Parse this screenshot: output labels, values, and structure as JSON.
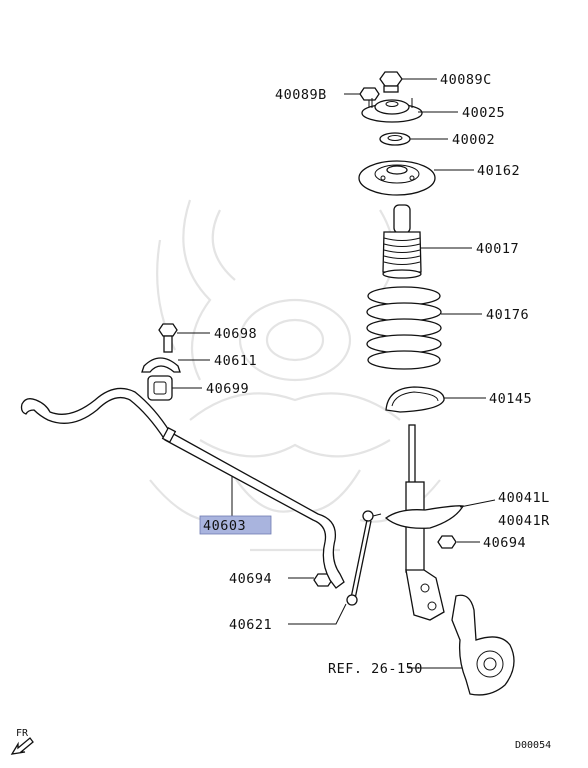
{
  "labels": {
    "p40089C": "40089C",
    "p40089B": "40089B",
    "p40025": "40025",
    "p40002": "40002",
    "p40162": "40162",
    "p40017": "40017",
    "p40176": "40176",
    "p40145": "40145",
    "p40698": "40698",
    "p40611": "40611",
    "p40699": "40699",
    "p40041L": "40041L",
    "p40041R": "40041R",
    "p40694a": "40694",
    "p40603": "40603",
    "p40694b": "40694",
    "p40621": "40621",
    "ref": "REF. 26-150"
  },
  "orientation": "FR",
  "diagram_id": "D00054",
  "highlight_color": "#a9b4de",
  "icons": [
    "front-direction-arrow-icon",
    "watermark-logo"
  ]
}
